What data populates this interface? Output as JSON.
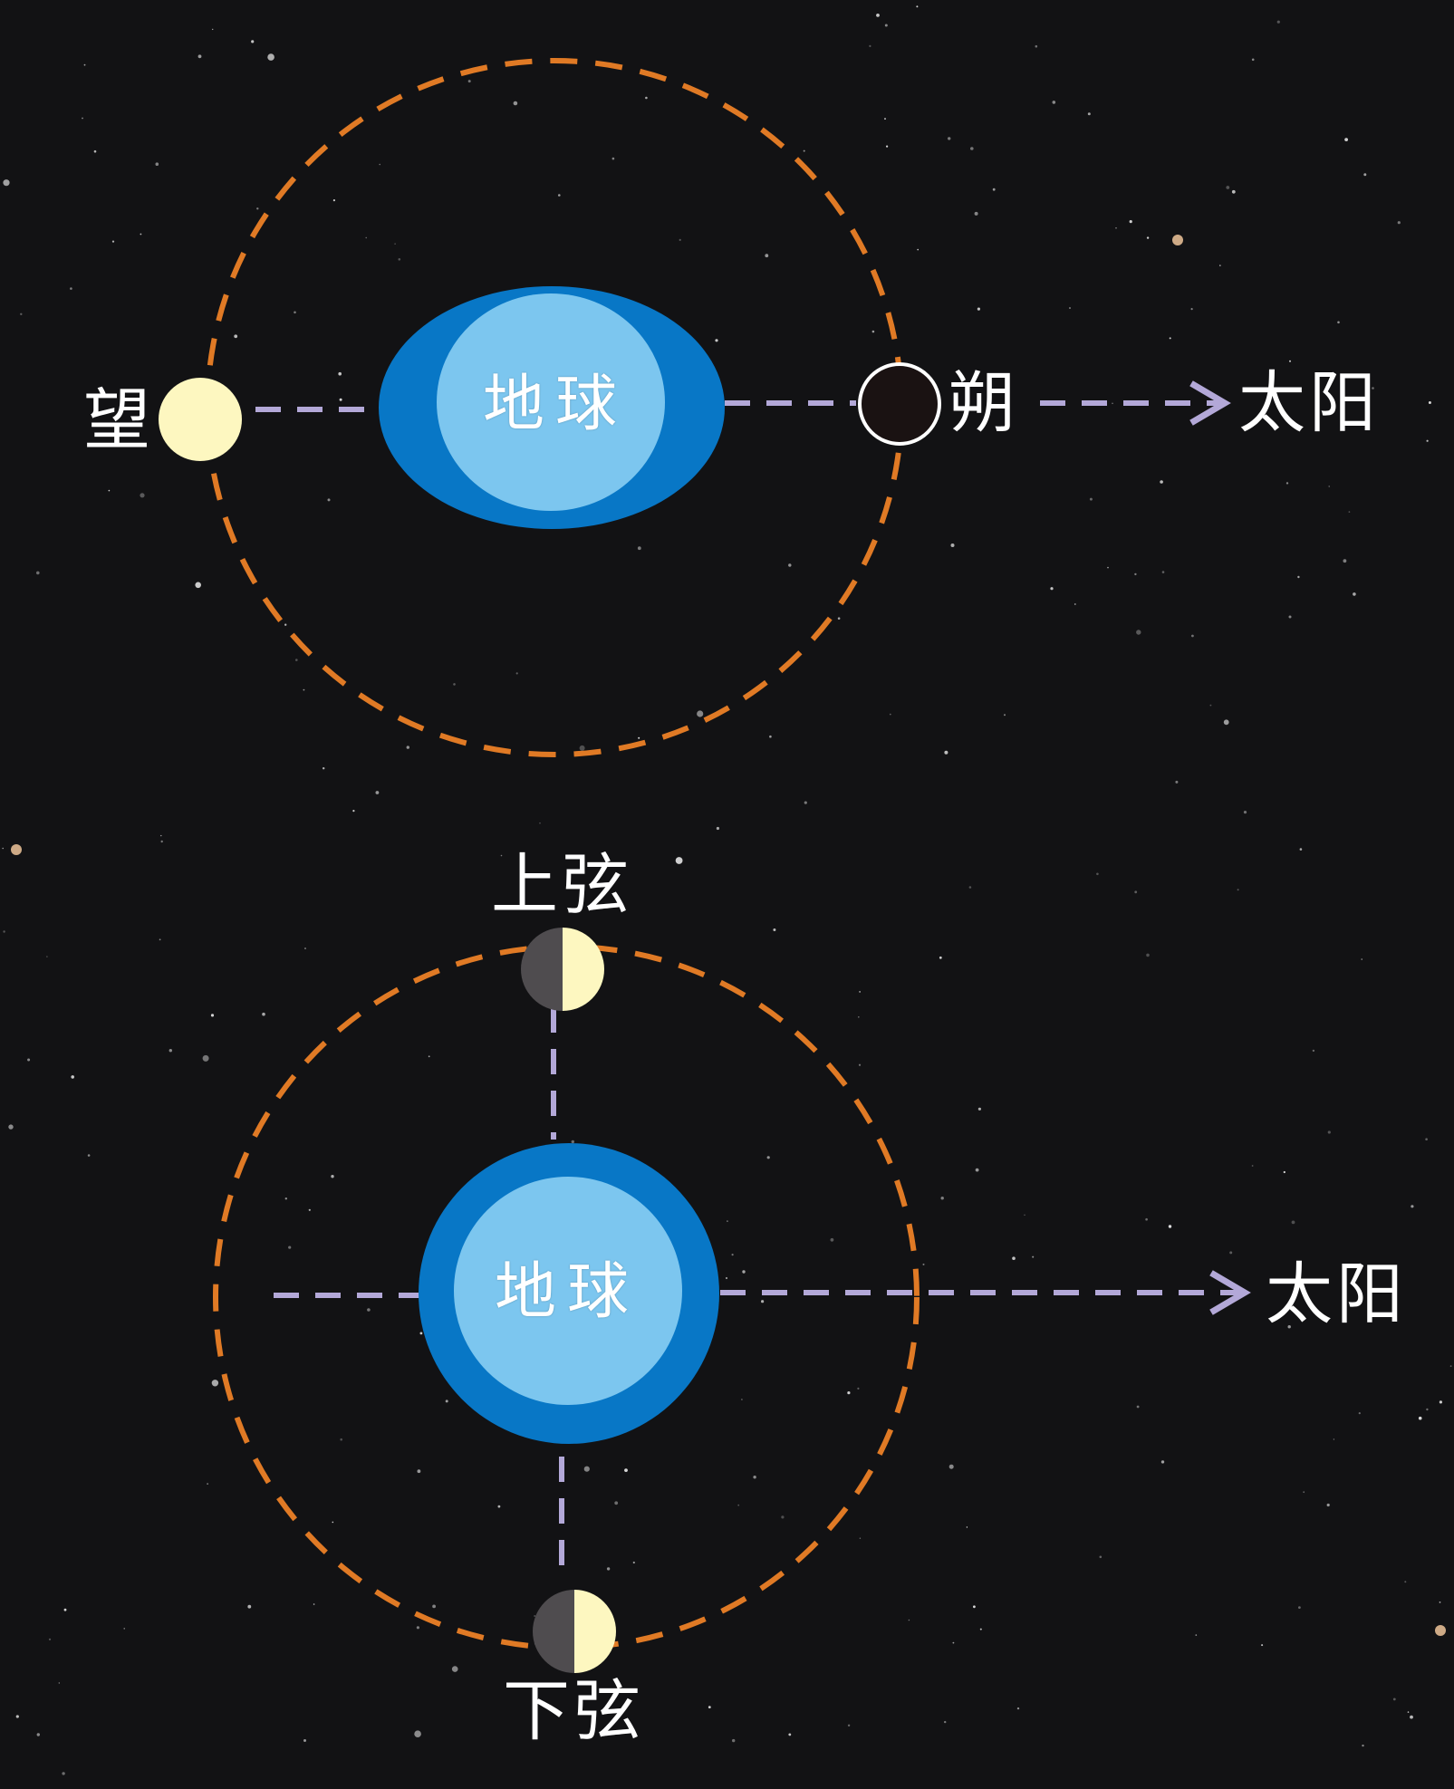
{
  "colors": {
    "background": "#121214",
    "orbit": "#e07a25",
    "earth_outer": "#0877c6",
    "earth_inner": "#7cc6ef",
    "sun_line": "#b3a8d8",
    "moon_lit": "#fdf7c0",
    "moon_dark": "#4f4c4f",
    "new_moon": "#1a1212"
  },
  "top_diagram": {
    "earth_label": "地球",
    "full_moon_label": "望",
    "new_moon_label": "朔",
    "sun_label": "太阳"
  },
  "bottom_diagram": {
    "earth_label": "地球",
    "first_quarter_label": "上弦",
    "last_quarter_label": "下弦",
    "sun_label": "太阳"
  },
  "icons": [
    "full-moon-icon",
    "new-moon-icon",
    "first-quarter-moon-icon",
    "last-quarter-moon-icon",
    "earth-icon",
    "sun-direction-arrow-icon"
  ]
}
